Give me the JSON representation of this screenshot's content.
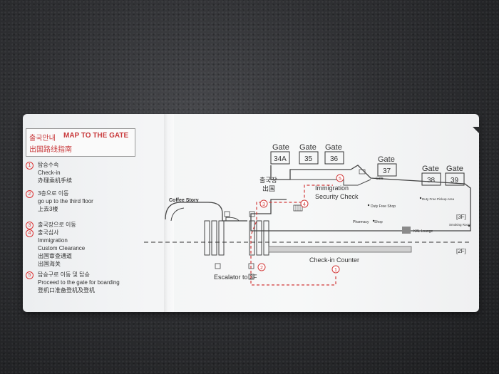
{
  "legend": {
    "title_ko": "출국안내",
    "title_en": "MAP TO THE GATE",
    "title_cn": "出国路线指南",
    "steps": [
      {
        "num": "1",
        "lines": [
          "탑승수속",
          "Check-in",
          "办理乘机手续"
        ]
      },
      {
        "num": "2",
        "lines": [
          "3층으로 이동",
          "go up to the third floor",
          "上去3楼"
        ]
      },
      {
        "num": "3",
        "lines": [
          "출국장으로 이동"
        ]
      },
      {
        "num": "4",
        "lines": [
          "출국심사",
          "Immigration",
          "Custom Clearance",
          "出国审查通道",
          "出国海关"
        ]
      },
      {
        "num": "5",
        "lines": [
          "탑승구로 이동 및 탑승",
          "Proceed to the gate for boarding",
          "登机口准备登机及登机"
        ]
      }
    ]
  },
  "map": {
    "gates": [
      {
        "label": "Gate",
        "num": "34A"
      },
      {
        "label": "Gate",
        "num": "35"
      },
      {
        "label": "Gate",
        "num": "36"
      },
      {
        "label": "Gate",
        "num": "37"
      },
      {
        "label": "Gate",
        "num": "38"
      },
      {
        "label": "Gate",
        "num": "39"
      }
    ],
    "departure_ko": "출국장",
    "departure_cn": "出国",
    "immigration": "Immigration",
    "security": "Security Check",
    "coffee": "Coffee Story",
    "cafe": "Cafe",
    "duty_free": "Duty Free Shop",
    "duty_free_pickup": "Duty Free Pickup Area",
    "pharmacy": "Pharmacy",
    "shop": "Shop",
    "kal_lounge": "KAL Lounge",
    "smoking": "Smoking Room",
    "floor3": "[3F]",
    "floor2": "[2F]",
    "checkin": "Check-in Counter",
    "escalator": "Escalator to 3F",
    "markers": [
      "1",
      "2",
      "3",
      "4",
      "5"
    ]
  },
  "colors": {
    "route": "#d23a3a",
    "line": "#555555"
  }
}
